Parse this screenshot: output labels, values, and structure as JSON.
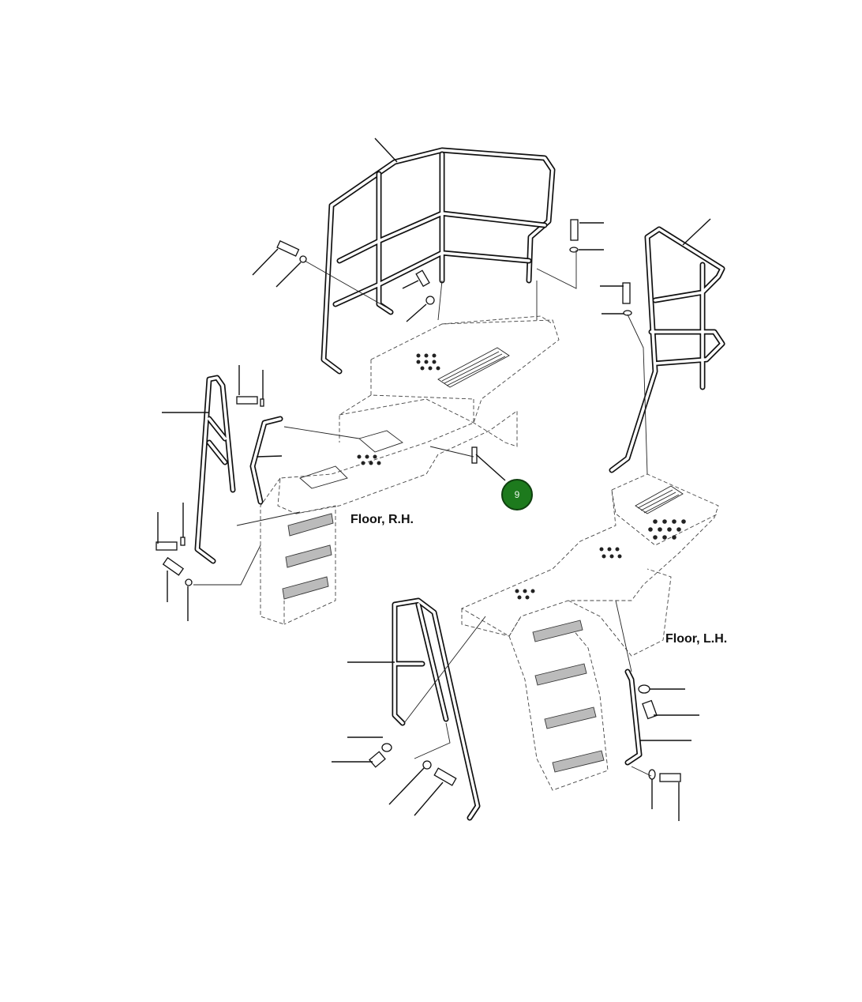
{
  "labels": {
    "floor_rh": "Floor, R.H.",
    "floor_lh": "Floor, L.H."
  },
  "callout": {
    "number": "9",
    "color": "#1d7a1d"
  }
}
